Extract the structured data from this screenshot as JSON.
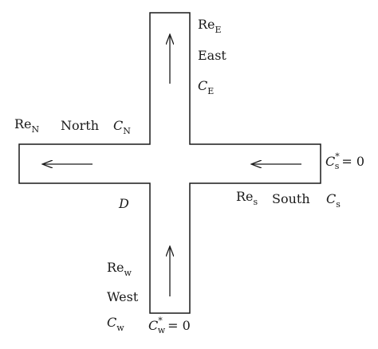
{
  "labels": {
    "east": {
      "re_base": "Re",
      "re_sub": "E",
      "name": "East",
      "c_base": "C",
      "c_sub": "E"
    },
    "north": {
      "re_base": "Re",
      "re_sub": "N",
      "name": "North",
      "c_base": "C",
      "c_sub": "N"
    },
    "south": {
      "re_base": "Re",
      "re_sub": "s",
      "name": "South",
      "c_base": "C",
      "c_sub": "s",
      "bc_base": "C",
      "bc_sup": "*",
      "bc_sub": "s",
      "bc_value": "= 0"
    },
    "west": {
      "re_base": "Re",
      "re_sub": "w",
      "name": "West",
      "c_base": "C",
      "c_sub": "w",
      "bc_base": "C",
      "bc_sup": "*",
      "bc_sub": "w",
      "bc_value": "= 0"
    },
    "junction": "D"
  },
  "colors": {
    "stroke": "#1a1a1a",
    "background": "#ffffff"
  }
}
